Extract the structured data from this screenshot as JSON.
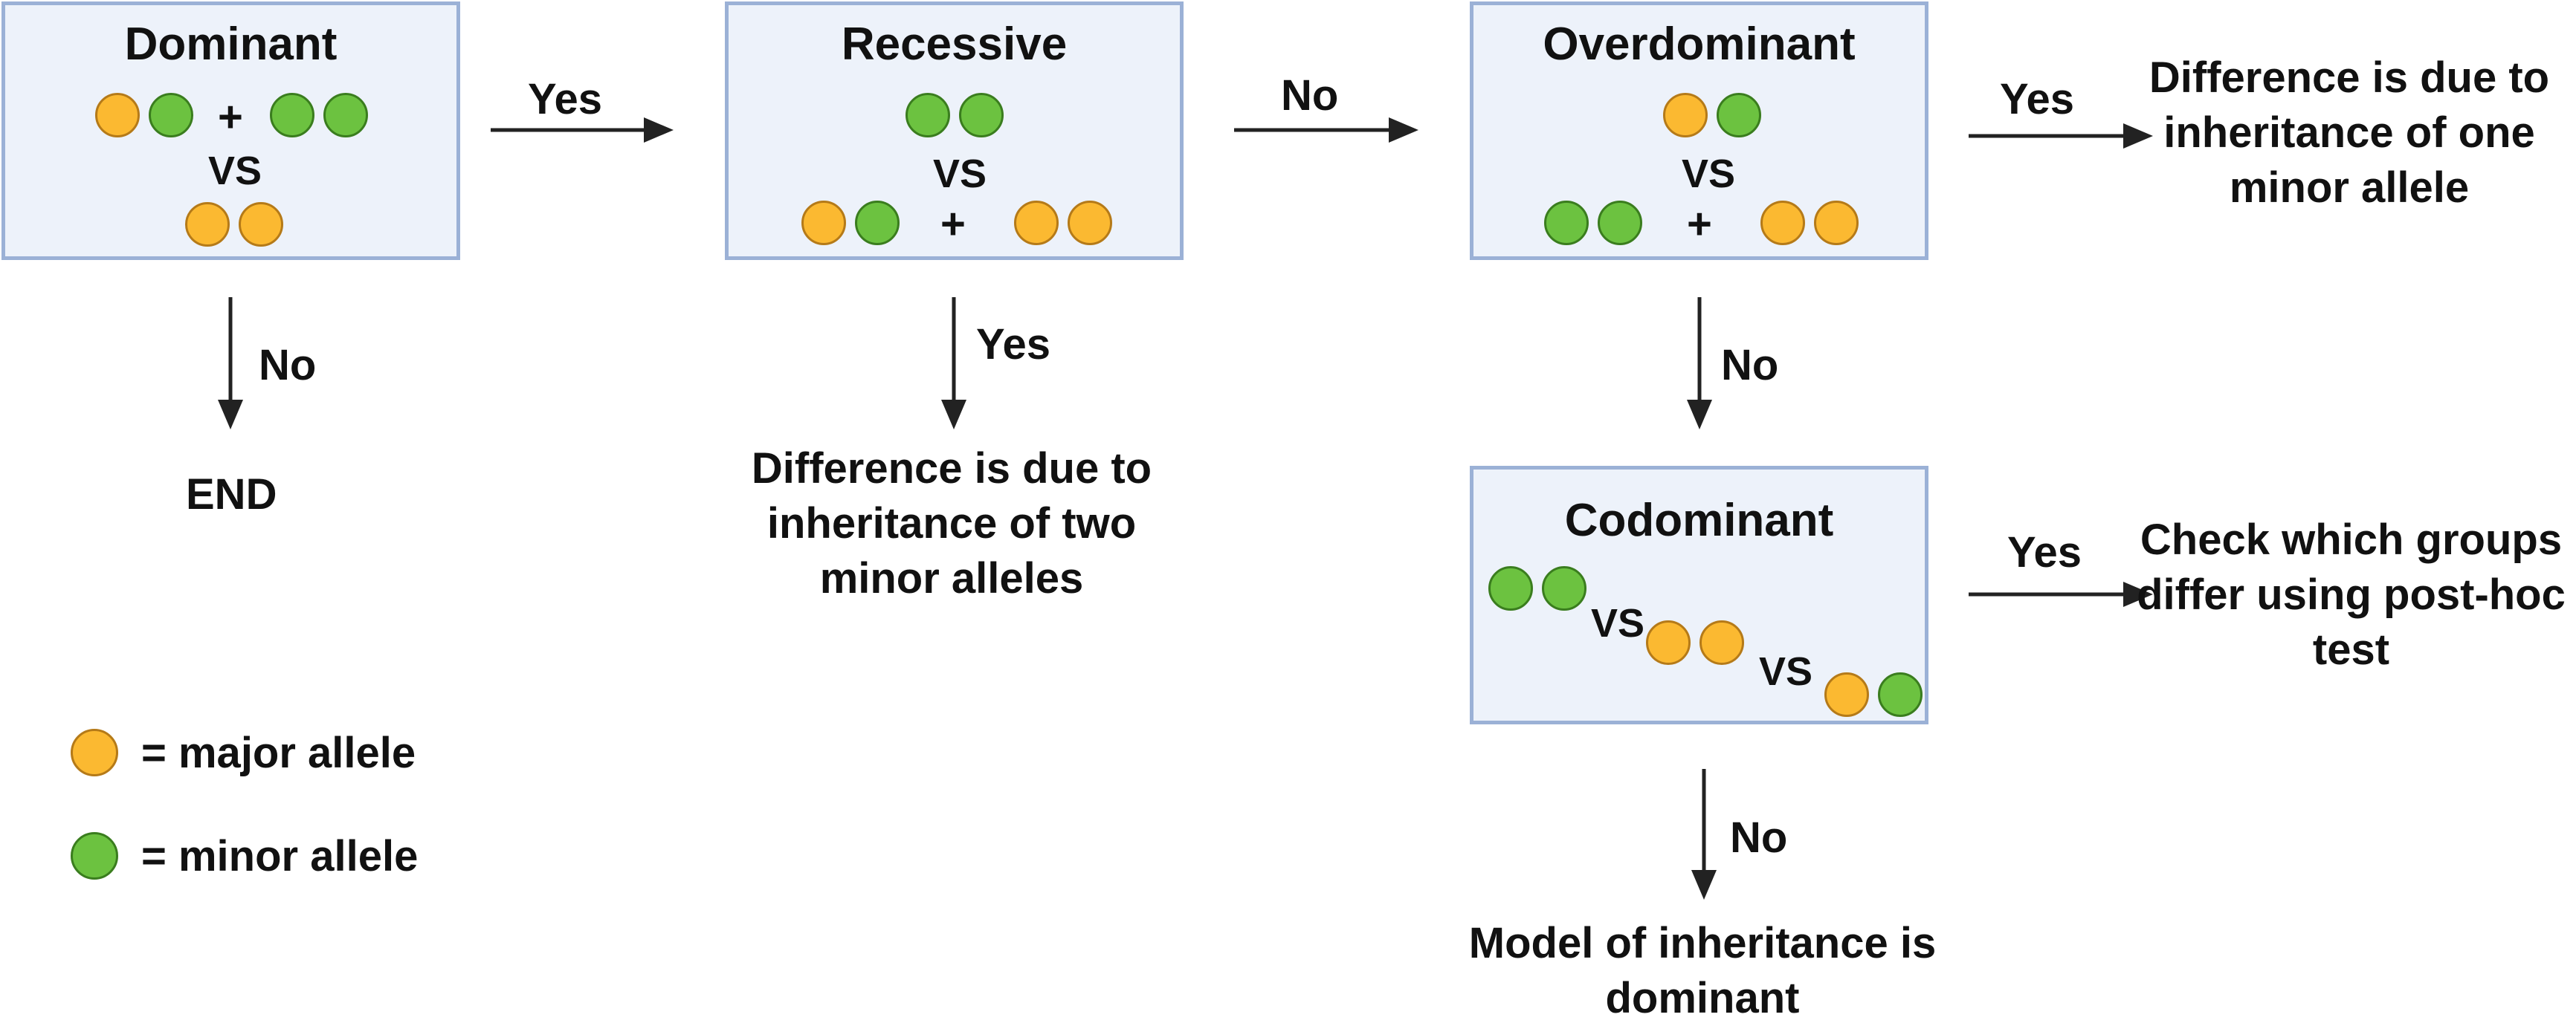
{
  "colors": {
    "major": "#fbb931",
    "minor": "#6cc240",
    "box_fill": "#edf2fa",
    "box_border": "#9bb1d6"
  },
  "boxes": {
    "dominant": {
      "title": "Dominant",
      "vs": "VS",
      "plus": "+"
    },
    "recessive": {
      "title": "Recessive",
      "vs": "VS",
      "plus": "+"
    },
    "overdominant": {
      "title": "Overdominant",
      "vs": "VS",
      "plus": "+"
    },
    "codominant": {
      "title": "Codominant",
      "vs1": "VS",
      "vs2": "VS"
    }
  },
  "arrows": {
    "dominant_to_recessive": "Yes",
    "dominant_to_end": "No",
    "recessive_to_overdominant": "No",
    "recessive_to_outcome": "Yes",
    "overdominant_to_outcome": "Yes",
    "overdominant_to_codominant": "No",
    "codominant_to_outcome": "Yes",
    "codominant_to_outcome_dominant": "No"
  },
  "outcomes": {
    "end": "END",
    "two_minor": "Difference is due to inheritance of two minor alleles",
    "one_minor": "Difference is due to inheritance of one minor allele",
    "post_hoc": "Check which groups differ using post-hoc test",
    "dominant_model": "Model of inheritance is dominant"
  },
  "legend": {
    "major": "= major allele",
    "minor": "= minor allele"
  }
}
